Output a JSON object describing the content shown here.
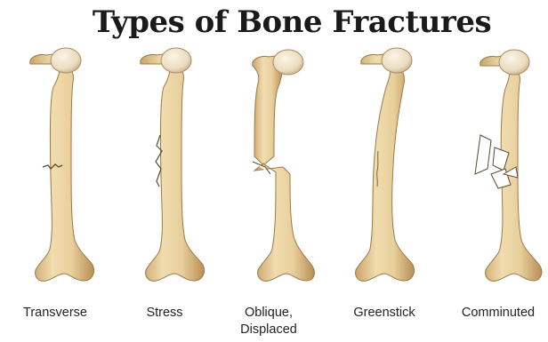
{
  "title": "Types of Bone Fractures",
  "colors": {
    "bone": "#e9d2a2",
    "bone_shadow": "#c9a46a",
    "bone_highlight": "#f6e6c2",
    "head": "#f1e6cf",
    "crack": "#5a4a30",
    "outline": "#9c7a45"
  },
  "fractures": [
    {
      "id": "transverse",
      "label_lines": [
        "Transverse"
      ]
    },
    {
      "id": "stress",
      "label_lines": [
        "Stress"
      ]
    },
    {
      "id": "oblique",
      "label_lines": [
        "Oblique,",
        "Displaced"
      ]
    },
    {
      "id": "greenstick",
      "label_lines": [
        "Greenstick"
      ]
    },
    {
      "id": "comminuted",
      "label_lines": [
        "Comminuted"
      ]
    }
  ]
}
